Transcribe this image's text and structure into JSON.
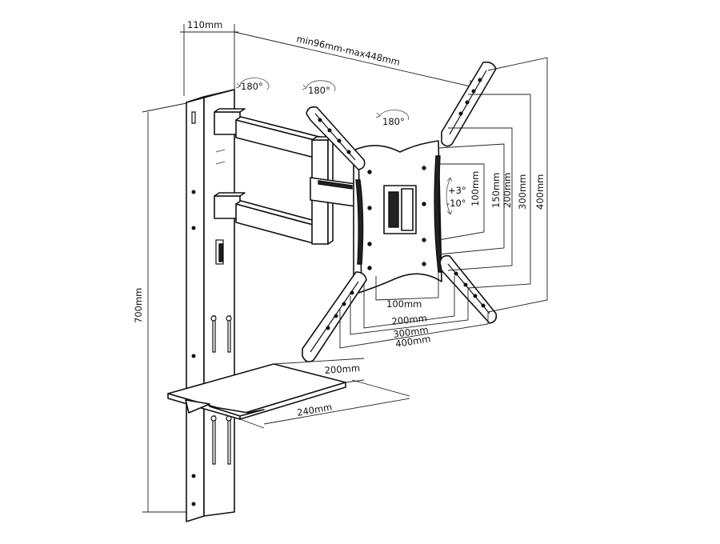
{
  "labels": {
    "depth": "110mm",
    "arm_extension": "min96mm-max448mm",
    "height": "700mm",
    "swivel_wall": "180°",
    "swivel_arm": "180°",
    "rotation": "180°",
    "tilt_up": "+3°",
    "tilt_down": "-10°",
    "vesa_v_100": "100mm",
    "vesa_v_150": "150mm",
    "vesa_v_200": "200mm",
    "vesa_v_300": "300mm",
    "vesa_v_400": "400mm",
    "vesa_h_100": "100mm",
    "vesa_h_200": "200mm",
    "vesa_h_300": "300mm",
    "vesa_h_400": "400mm",
    "shelf_width": "200mm",
    "shelf_depth": "240mm"
  }
}
